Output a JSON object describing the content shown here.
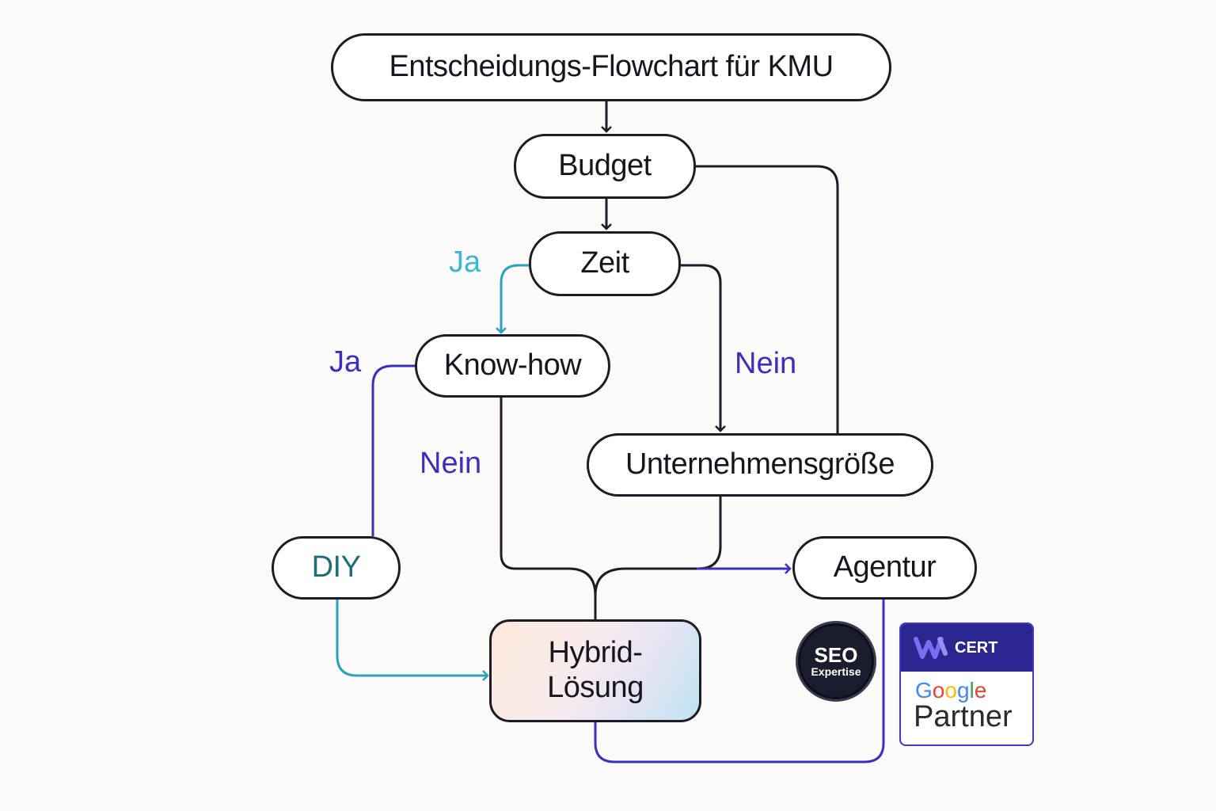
{
  "title": "Entscheidungs-Flowchart für KMU",
  "nodes": {
    "budget": "Budget",
    "zeit": "Zeit",
    "knowhow": "Know-how",
    "unternehmensgroesse": "Unternehmensgröße",
    "agentur": "Agentur",
    "diy": "DIY",
    "hybrid_line1": "Hybrid-",
    "hybrid_line2": "Lösung"
  },
  "edge_labels": {
    "zeit_ja": "Ja",
    "knowhow_ja": "Ja",
    "zeit_nein": "Nein",
    "knowhow_nein": "Nein"
  },
  "badges": {
    "seo_main": "SEO",
    "seo_sub": "Expertise",
    "cert": "CERT",
    "google": "Google",
    "partner": "Partner"
  },
  "colors": {
    "node_border": "#1c1c26",
    "teal": "#2aa3b8",
    "indigo": "#3a2fc0",
    "light_teal": "#3db8d3",
    "diy_text": "#1e6f75",
    "badge_blue": "#2b2590"
  }
}
